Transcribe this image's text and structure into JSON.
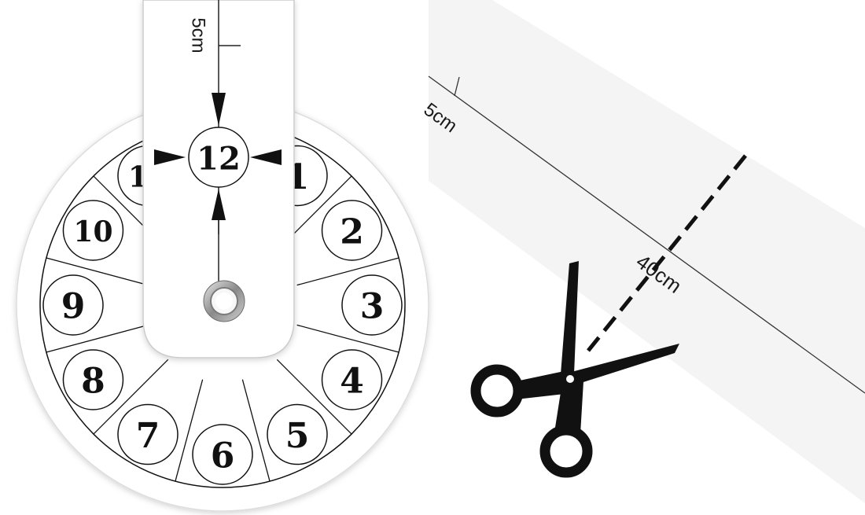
{
  "clock_numbers": [
    "1",
    "2",
    "3",
    "4",
    "5",
    "6",
    "7",
    "8",
    "9",
    "10",
    "11",
    "12"
  ],
  "strip_label_vertical": "5cm",
  "strip_label_diagonal": "5cm",
  "strip_length_label": "40cm",
  "colors": {
    "background": "#ffffff",
    "paper": "#ffffff",
    "ink": "#111111",
    "line": "#222222",
    "strip": "#f4f4f4",
    "grommet": "#9a9a9a"
  },
  "icons": [
    "scissors-icon",
    "cut-line-dashed",
    "grommet-icon"
  ]
}
